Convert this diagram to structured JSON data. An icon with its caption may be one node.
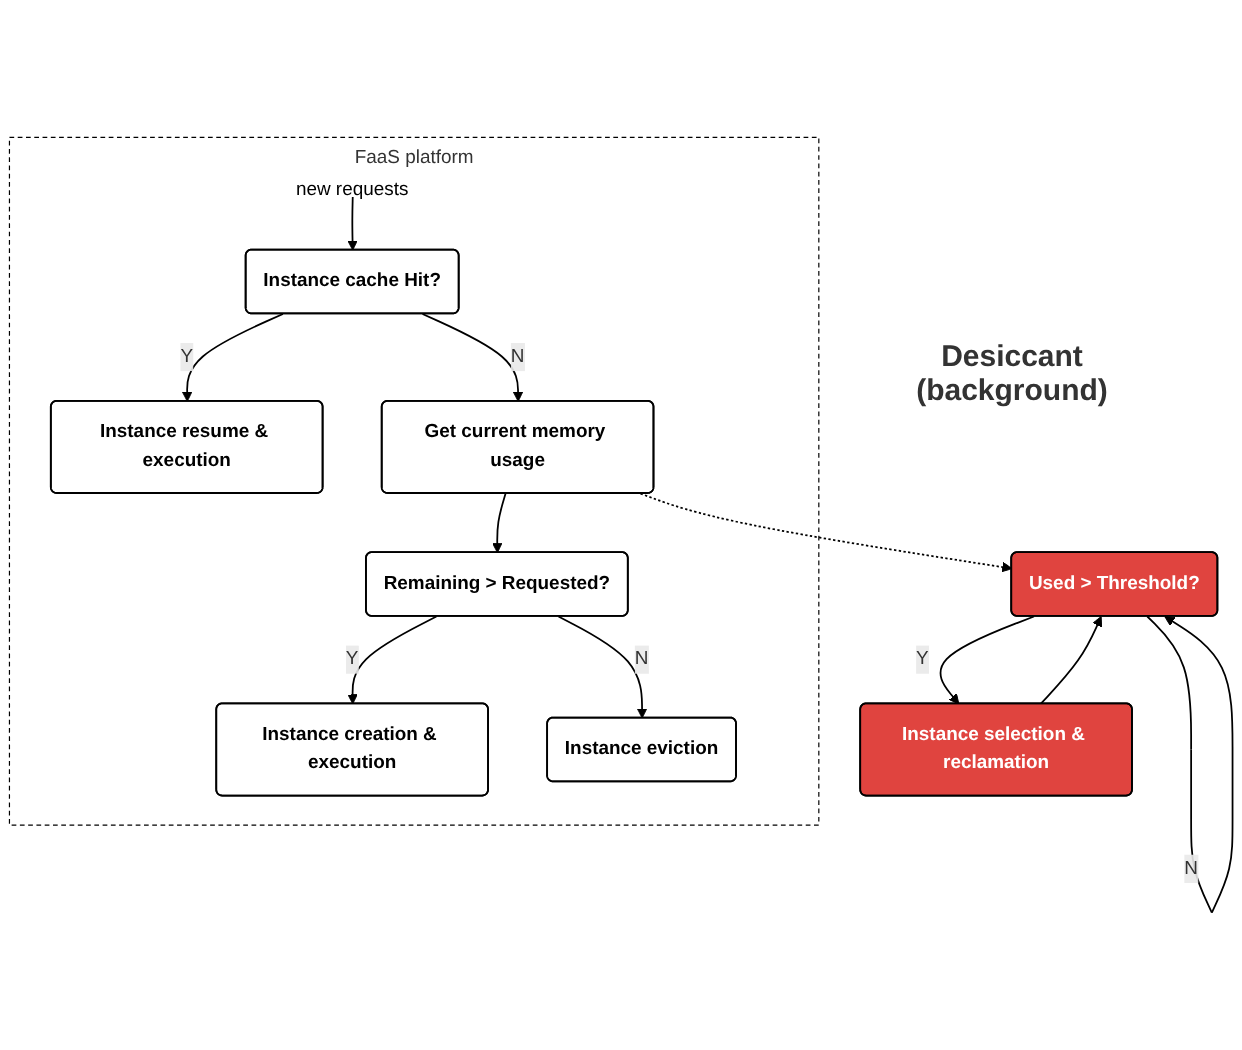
{
  "diagram": {
    "nodes": [
      {
        "text": [
          "FaaS platform"
        ]
      },
      {
        "text": [
          "new requests"
        ],
        "in": 0
      },
      {
        "text": [
          "Instance cache Hit?"
        ],
        "in": 0
      },
      {
        "text": [
          "Instance resume & execution"
        ],
        "in": 0
      },
      {
        "text": [
          "Get current memory usage"
        ],
        "in": 0
      },
      {
        "text": [
          "Remaining > Requested?"
        ],
        "in": 0
      },
      {
        "text": [
          "Instance creation & execution"
        ],
        "in": 0
      },
      {
        "text": [
          "Instance eviction"
        ],
        "in": 0
      },
      {
        "text": [
          "Used > Threshold?"
        ]
      },
      {
        "text": [
          "Instance selection & reclamation"
        ]
      }
    ],
    "edges": [
      {
        "from": 1,
        "to": 2,
        "arrow": "to"
      },
      {
        "from": 2,
        "to": 3,
        "arrow": "to",
        "label": "Y"
      },
      {
        "from": 2,
        "to": 4,
        "arrow": "to",
        "label": "N"
      },
      {
        "from": 4,
        "to": 8,
        "arrow": "to",
        "style": "dashed"
      },
      {
        "from": 4,
        "to": 5,
        "arrow": "to"
      },
      {
        "from": 5,
        "to": 6,
        "arrow": "to",
        "label": "Y"
      },
      {
        "from": 5,
        "to": 7,
        "arrow": "to",
        "label": "N"
      },
      {
        "from": 8,
        "to": 8,
        "arrow": "to",
        "label": "N"
      },
      {
        "from": 8,
        "to": 9,
        "arrow": "to",
        "label": "Y"
      },
      {
        "from": 9,
        "to": 8,
        "arrow": "to"
      }
    ],
    "labels": [
      "Desiccant (background)"
    ]
  }
}
